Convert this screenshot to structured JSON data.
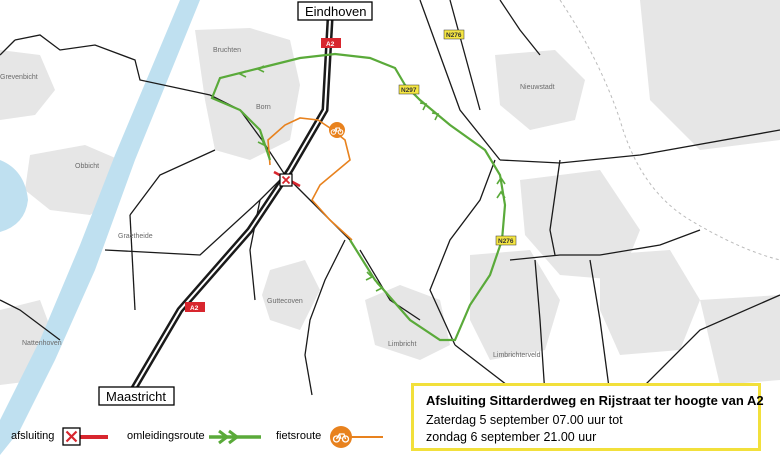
{
  "cities": {
    "north": "Eindhoven",
    "south": "Maastricht"
  },
  "places": [
    "Bruchten",
    "Born",
    "Obbicht",
    "Grevenbicht",
    "Graetheide",
    "Guttecoven",
    "Nattenhoven",
    "Limbricht",
    "Limbrichterveld",
    "Nieuwstadt"
  ],
  "roads": {
    "a2_north": "A2",
    "a2_south": "A2",
    "n276_top": "N276",
    "n297": "N297",
    "n276_mid": "N276"
  },
  "info": {
    "title": "Afsluiting Sittarderdweg en Rijstraat ter hoogte van A2",
    "line1": "Zaterdag 5 september 07.00 uur tot",
    "line2": "zondag 6 september 21.00 uur"
  },
  "legend": {
    "closure": "afsluiting",
    "detour": "omleidingsroute",
    "bike": "fietsroute"
  },
  "colors": {
    "detour": "#5aaa3a",
    "bike": "#e8821e",
    "closure": "#d8262e",
    "highway": "#1a1a1a",
    "water": "#bfe0f0",
    "built_up": "#e6e6e6",
    "road_label": "#f5e642",
    "info_border": "#f2e03b"
  },
  "icons": {
    "closure": "closure-x-icon",
    "bike": "bicycle-icon",
    "detour": "double-chevron-arrow-icon"
  }
}
